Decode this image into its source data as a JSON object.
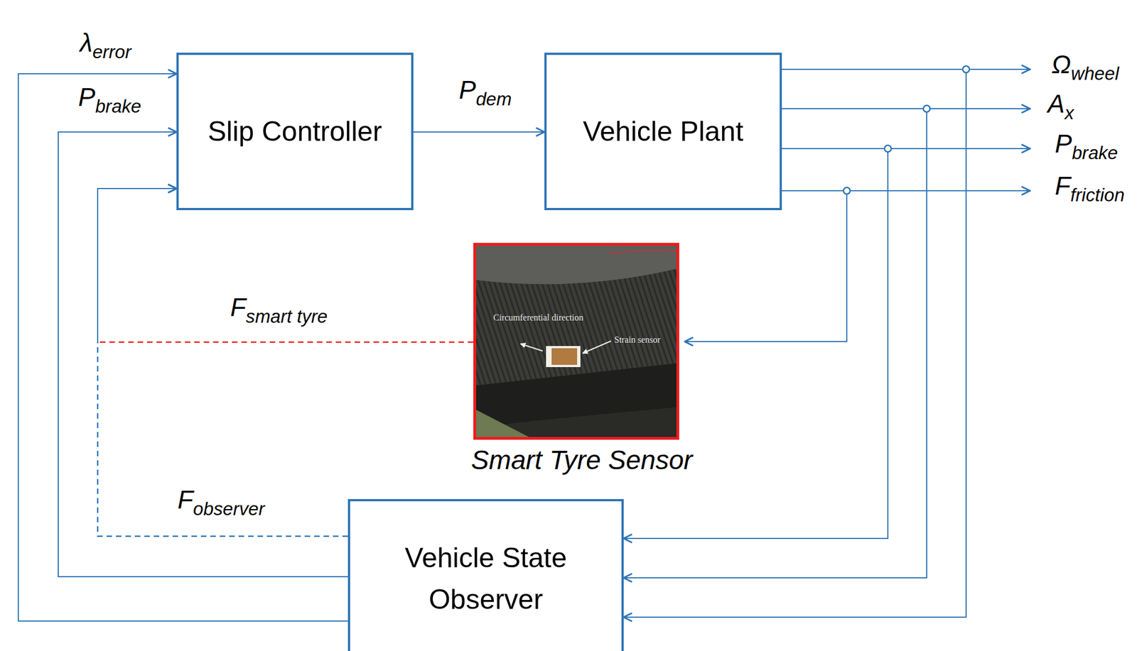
{
  "diagram": {
    "nodes": [
      {
        "text": [
          "Slip Controller"
        ]
      },
      {
        "text": [
          "Vehicle Plant"
        ]
      },
      {
        "text": [
          "Circumferential direction",
          "Strain sensor",
          "Smart Tyre Sensor"
        ]
      },
      {
        "text": [
          "Vehicle State Observer"
        ]
      }
    ],
    "edges": [
      {
        "from": 0,
        "to": 1,
        "arrow": "to",
        "label": "Pdem"
      },
      {
        "from": 1,
        "to": 2,
        "arrow": "to"
      },
      {
        "from": 1,
        "to": 3,
        "arrow": "to"
      },
      {
        "from": 1,
        "to": 3,
        "arrow": "to"
      },
      {
        "from": 1,
        "to": 3,
        "arrow": "to"
      },
      {
        "from": 3,
        "to": 0,
        "arrow": "to",
        "label": "λerror"
      },
      {
        "from": 3,
        "to": 0,
        "arrow": "to",
        "label": "Pbrake"
      },
      {
        "from": 2,
        "to": 0,
        "arrow": "to",
        "label": "Fsmart tyre"
      },
      {
        "from": 3,
        "to": 0,
        "arrow": "to",
        "label": "Fobserver"
      }
    ],
    "labels": [
      "Ωwheel",
      "Ax",
      "Pbrake",
      "Ffriction"
    ]
  }
}
